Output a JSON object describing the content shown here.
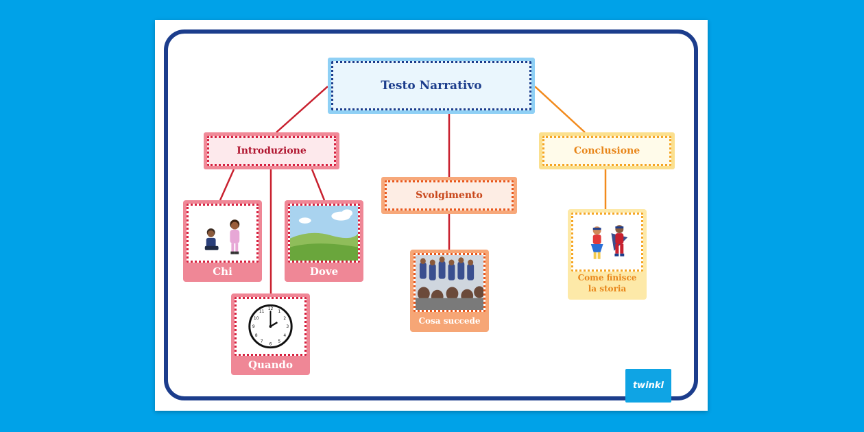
{
  "diagram": {
    "root": {
      "label": "Testo Narrativo"
    },
    "branches": [
      {
        "id": "intro",
        "label": "Introduzione",
        "color": "#d6213f"
      },
      {
        "id": "svol",
        "label": "Svolgimento",
        "color": "#e8581d"
      },
      {
        "id": "concl",
        "label": "Conclusione",
        "color": "#f5a524"
      }
    ],
    "cards": {
      "chi": {
        "label": "Chi"
      },
      "dove": {
        "label": "Dove"
      },
      "quando": {
        "label": "Quando"
      },
      "cosa": {
        "label": "Cosa succede"
      },
      "finisce": {
        "line1": "Come finisce",
        "line2": "la storia"
      }
    }
  },
  "brand": {
    "logo_text": "twinkl"
  },
  "colors": {
    "background": "#00a2e8",
    "frame": "#1c3d8c",
    "root": "#8fd0f5",
    "intro": "#ef8796",
    "svolgimento": "#f6a676",
    "conclusione": "#fde9a8"
  }
}
